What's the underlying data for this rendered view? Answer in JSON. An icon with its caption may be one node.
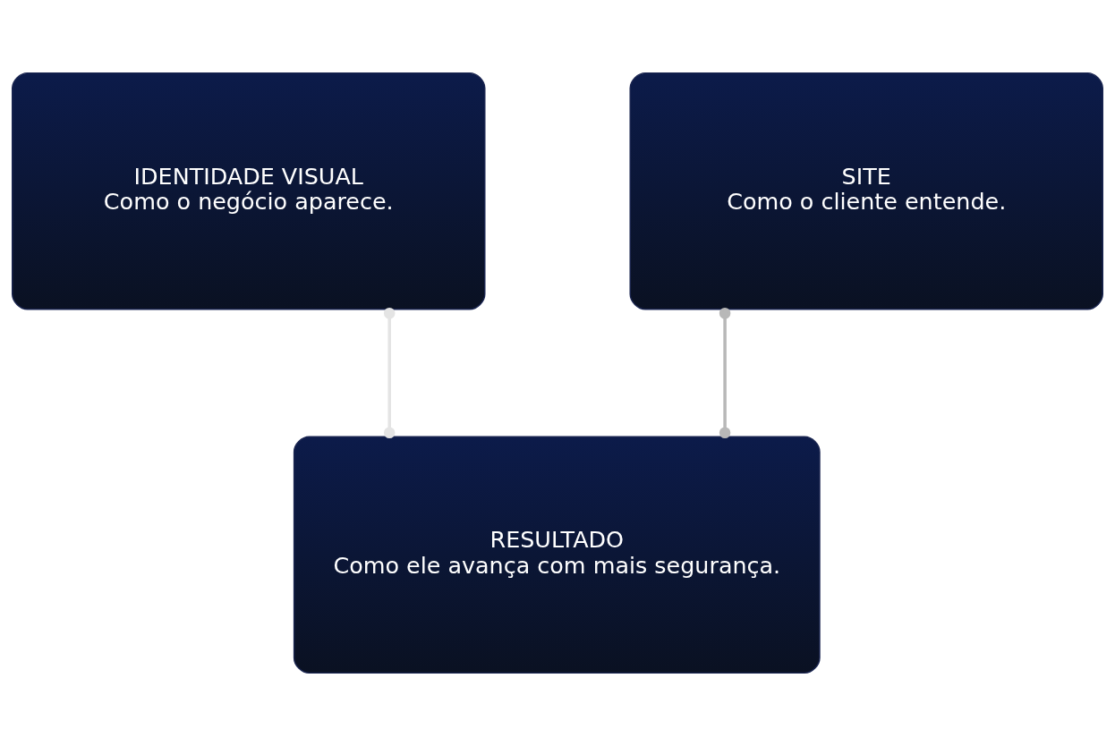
{
  "diagram": {
    "nodes": [
      {
        "text": [
          "IDENTIDADE VISUAL",
          "Como o negócio aparece."
        ]
      },
      {
        "text": [
          "SITE",
          "Como o cliente entende."
        ]
      },
      {
        "text": [
          "RESULTADO",
          "Como ele avança com mais segurança."
        ]
      }
    ],
    "edges": [
      {
        "from": 0,
        "to": 2,
        "arrow": "other",
        "color": "#e4e4e4"
      },
      {
        "from": 1,
        "to": 2,
        "arrow": "other",
        "color": "#b8b8b8"
      }
    ]
  }
}
